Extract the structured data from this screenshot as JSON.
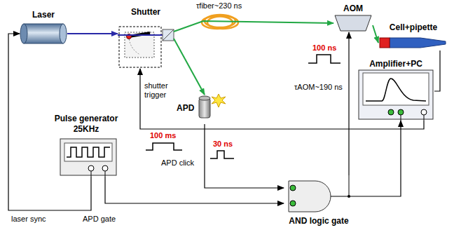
{
  "diagram": {
    "nodes": [
      {
        "text": [
          "Laser"
        ]
      },
      {
        "text": [
          "Shutter"
        ]
      },
      {
        "text": [
          "AOM"
        ]
      },
      {
        "text": [
          "Cell+pipette"
        ]
      },
      {
        "text": [
          "APD"
        ]
      },
      {
        "text": [
          "Pulse generator",
          "25KHz"
        ]
      },
      {
        "text": [
          "Amplifier+PC"
        ]
      },
      {
        "text": [
          "AND logic gate"
        ]
      }
    ],
    "edges": [
      {
        "from": 0,
        "to": 1,
        "arrow": "to"
      },
      {
        "from": 1,
        "to": 4,
        "arrow": "to"
      },
      {
        "from": 1,
        "to": 2,
        "arrow": "to"
      },
      {
        "from": 2,
        "to": 3,
        "arrow": "to"
      },
      {
        "from": 3,
        "to": 6,
        "arrow": "none"
      },
      {
        "from": 6,
        "to": 1,
        "label": "shutter trigger",
        "arrow": "to"
      },
      {
        "from": 4,
        "to": 7,
        "label": "APD click",
        "arrow": "to"
      },
      {
        "from": 5,
        "to": 7,
        "label": "APD gate",
        "arrow": "to"
      },
      {
        "from": 5,
        "to": 0,
        "label": "laser sync",
        "arrow": "to"
      },
      {
        "from": 7,
        "to": 2,
        "arrow": "to"
      },
      {
        "from": 7,
        "to": 6,
        "arrow": "to"
      }
    ],
    "labels": [
      "τfiber~230 ns",
      "100 ns",
      "τAOM~190 ns",
      "30 ns",
      "100 ms"
    ]
  }
}
